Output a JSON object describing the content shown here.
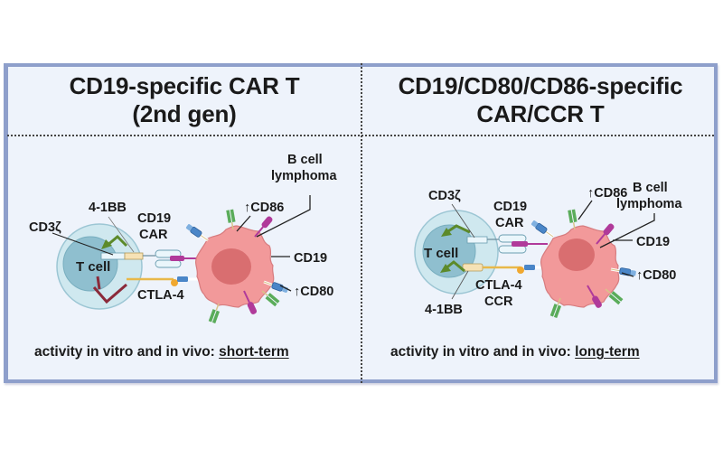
{
  "panels": [
    {
      "title_line1": "CD19-specific CAR T",
      "title_line2": "(2nd gen)",
      "labels": {
        "cd3z": "CD3ζ",
        "costim": "4-1BB",
        "car_line1": "CD19",
        "car_line2": "CAR",
        "tcell": "T cell",
        "ctla4": "CTLA-4",
        "bcell_line1": "B cell",
        "bcell_line2": "lymphoma",
        "cd86": "↑CD86",
        "cd19": "CD19",
        "cd80": "↑CD80"
      },
      "footer_prefix": "activity in vitro and in vivo: ",
      "footer_emphasis": "short-term"
    },
    {
      "title_line1": "CD19/CD80/CD86-specific",
      "title_line2": "CAR/CCR T",
      "labels": {
        "cd3z": "CD3ζ",
        "car_line1": "CD19",
        "car_line2": "CAR",
        "tcell": "T cell",
        "ccr_line1": "CTLA-4",
        "ccr_line2": "CCR",
        "costim": "4-1BB",
        "bcell_line1": "B cell",
        "bcell_line2": "lymphoma",
        "cd86": "↑CD86",
        "cd19": "CD19",
        "cd80": "↑CD80"
      },
      "footer_prefix": "activity in vitro and in vivo: ",
      "footer_emphasis": "long-term"
    }
  ],
  "colors": {
    "frame_border": "#8e9fcb",
    "panel_bg": "#eef3fb",
    "tcell_outer": "#cfe8ef",
    "tcell_inner": "#8fbfcf",
    "bcell_body": "#f2999a",
    "bcell_nucleus": "#d96e70",
    "cd19_magenta": "#b03a9a",
    "cd80_blue": "#4a86c8",
    "cd86_green": "#5aac5a",
    "signal_arrow": "#5c8a2a",
    "ctla4_red": "#8b2a3a",
    "ctla4_yellow": "#e8b84a"
  }
}
